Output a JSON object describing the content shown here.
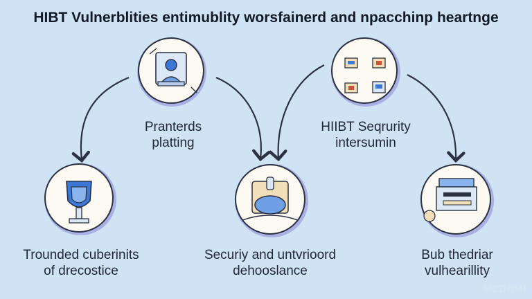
{
  "title": "HIBT Vulnerblities entimublity worsfainerd and npacchinp heartnge",
  "nodes": [
    {
      "id": "top-left",
      "icon": "person-at-computer-icon",
      "lines": [
        "Pranterds",
        "platting"
      ]
    },
    {
      "id": "top-right",
      "icon": "document-cards-icon",
      "lines": [
        "HIIBT Seqrurity",
        "intersumin"
      ]
    },
    {
      "id": "bottom-left",
      "icon": "shield-trophy-icon",
      "lines": [
        "Trounded cuberinits",
        "of drecostice"
      ]
    },
    {
      "id": "bottom-center",
      "icon": "secure-vault-icon",
      "lines": [
        "Securiy and untvrioord",
        "dehooslance"
      ]
    },
    {
      "id": "bottom-right",
      "icon": "storefront-icon",
      "lines": [
        "Bub thedriar",
        "vulhearillity"
      ]
    }
  ],
  "watermark": "MCDOMI",
  "colors": {
    "background": "#cfe3f5",
    "node_ring": "#8c86d6",
    "node_fill": "#fdfaf3",
    "arrow": "#2a3140",
    "accent_blue": "#3b78d8"
  }
}
